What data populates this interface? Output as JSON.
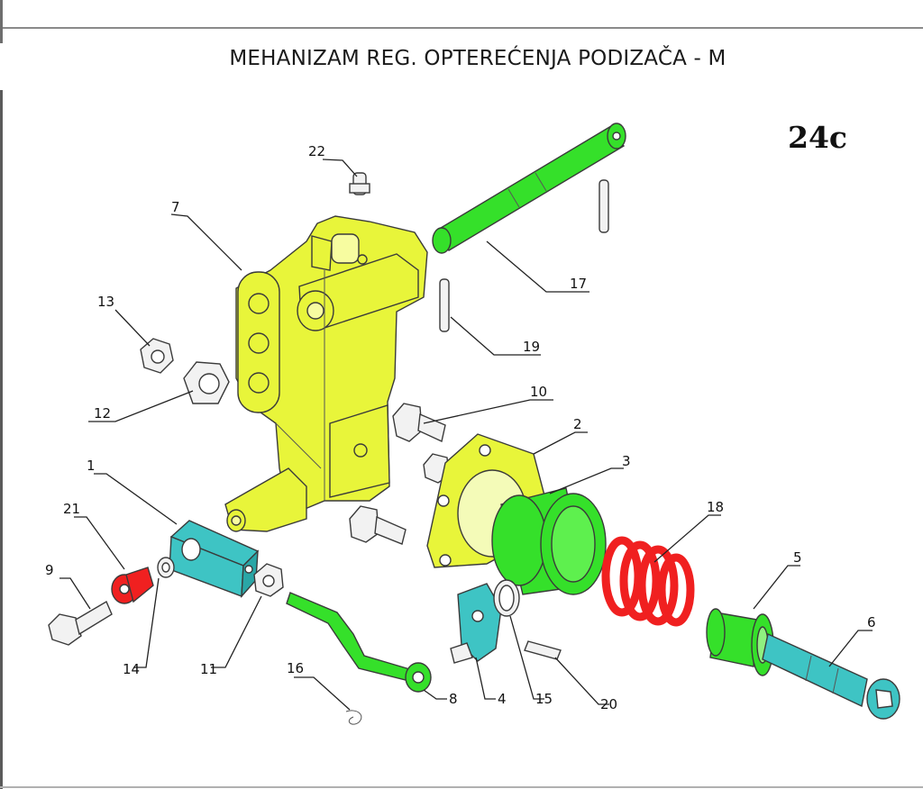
{
  "title": "MEHANIZAM  REG. OPTEREĆENJA  PODIZAČA - M",
  "sheet_code": "24c",
  "colors": {
    "yellow": "#e8f53a",
    "green": "#35e02a",
    "cyan": "#3ec4c4",
    "red": "#f02020",
    "gray": "#f2f2f2"
  },
  "callouts": {
    "p1": "1",
    "p2": "2",
    "p3": "3",
    "p4": "4",
    "p5": "5",
    "p6": "6",
    "p7": "7",
    "p8": "8",
    "p9": "9",
    "p10": "10",
    "p11": "11",
    "p12": "12",
    "p13": "13",
    "p14": "14",
    "p15": "15",
    "p16": "16",
    "p17": "17",
    "p18": "18",
    "p19": "19",
    "p20": "20",
    "p21": "21",
    "p22": "22"
  }
}
